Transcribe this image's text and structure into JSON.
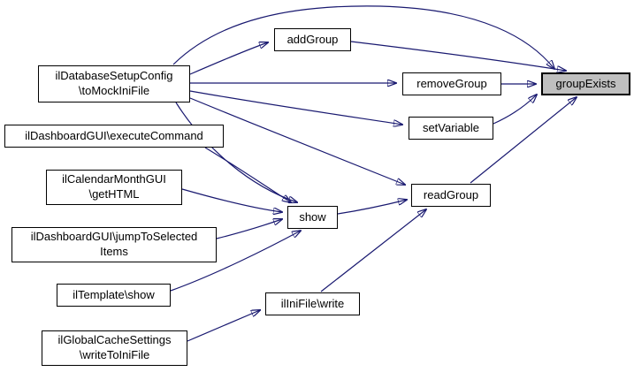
{
  "diagram": {
    "type": "call-graph",
    "background_color": "#ffffff",
    "edge_color": "#191970",
    "node_fill": "#ffffff",
    "node_border_color": "#000000",
    "highlight_fill": "#bfbfbf",
    "nodes": [
      {
        "id": "toMockIniFile",
        "label": "ilDatabaseSetupConfig\n\\toMockIniFile",
        "highlighted": false
      },
      {
        "id": "executeCommand",
        "label": "ilDashboardGUI\\executeCommand",
        "highlighted": false
      },
      {
        "id": "getHTML",
        "label": "ilCalendarMonthGUI\n\\getHTML",
        "highlighted": false
      },
      {
        "id": "jumpToSelectedItems",
        "label": "ilDashboardGUI\\jumpToSelected\nItems",
        "highlighted": false
      },
      {
        "id": "templateShow",
        "label": "ilTemplate\\show",
        "highlighted": false
      },
      {
        "id": "writeToIniFile",
        "label": "ilGlobalCacheSettings\n\\writeToIniFile",
        "highlighted": false
      },
      {
        "id": "addGroup",
        "label": "addGroup",
        "highlighted": false
      },
      {
        "id": "removeGroup",
        "label": "removeGroup",
        "highlighted": false
      },
      {
        "id": "setVariable",
        "label": "setVariable",
        "highlighted": false
      },
      {
        "id": "show",
        "label": "show",
        "highlighted": false
      },
      {
        "id": "readGroup",
        "label": "readGroup",
        "highlighted": false
      },
      {
        "id": "iniFileWrite",
        "label": "ilIniFile\\write",
        "highlighted": false
      },
      {
        "id": "groupExists",
        "label": "groupExists",
        "highlighted": true
      }
    ],
    "edges": [
      {
        "from": "toMockIniFile",
        "to": "addGroup"
      },
      {
        "from": "toMockIniFile",
        "to": "groupExists"
      },
      {
        "from": "toMockIniFile",
        "to": "removeGroup"
      },
      {
        "from": "toMockIniFile",
        "to": "setVariable"
      },
      {
        "from": "toMockIniFile",
        "to": "readGroup"
      },
      {
        "from": "toMockIniFile",
        "to": "show"
      },
      {
        "from": "executeCommand",
        "to": "show"
      },
      {
        "from": "getHTML",
        "to": "show"
      },
      {
        "from": "jumpToSelectedItems",
        "to": "show"
      },
      {
        "from": "templateShow",
        "to": "show"
      },
      {
        "from": "show",
        "to": "readGroup"
      },
      {
        "from": "iniFileWrite",
        "to": "readGroup"
      },
      {
        "from": "writeToIniFile",
        "to": "iniFileWrite"
      },
      {
        "from": "addGroup",
        "to": "groupExists"
      },
      {
        "from": "removeGroup",
        "to": "groupExists"
      },
      {
        "from": "setVariable",
        "to": "groupExists"
      },
      {
        "from": "readGroup",
        "to": "groupExists"
      }
    ]
  }
}
